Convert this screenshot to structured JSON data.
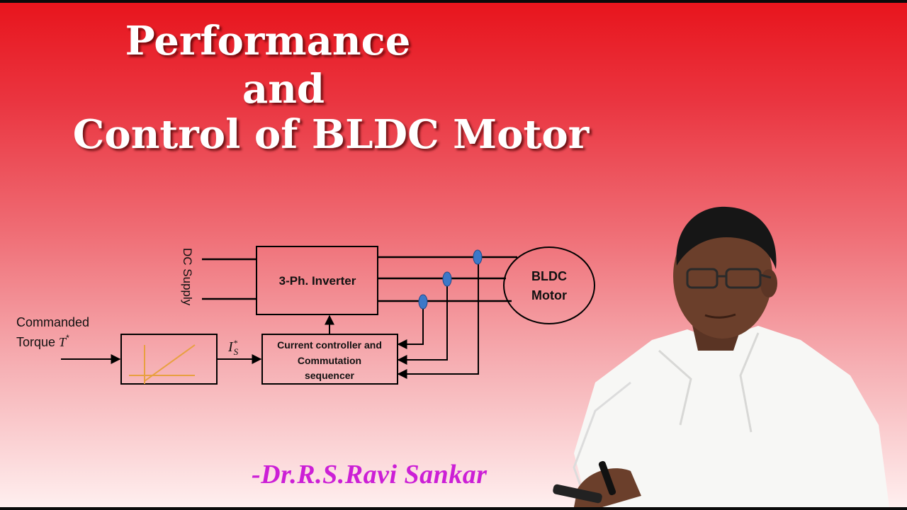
{
  "title": {
    "line1": "Performance",
    "line2": "and",
    "line3": "Control of BLDC Motor"
  },
  "diagram": {
    "dc_supply": "DC Supply",
    "inverter": "3-Ph. Inverter",
    "motor_line1": "BLDC",
    "motor_line2": "Motor",
    "commanded_line1": "Commanded",
    "commanded_line2": "Torque",
    "torque_symbol": "T",
    "torque_sup": "*",
    "current_symbol": "I",
    "current_sub": "S",
    "current_sup": "*",
    "controller_line1": "Current controller and",
    "controller_line2": "Commutation",
    "controller_line3": "sequencer"
  },
  "author": "-Dr.R.S.Ravi Sankar",
  "colors": {
    "accent_line": "#e8a040",
    "sensor": "#3c78c8",
    "author": "#cc1fd6"
  }
}
